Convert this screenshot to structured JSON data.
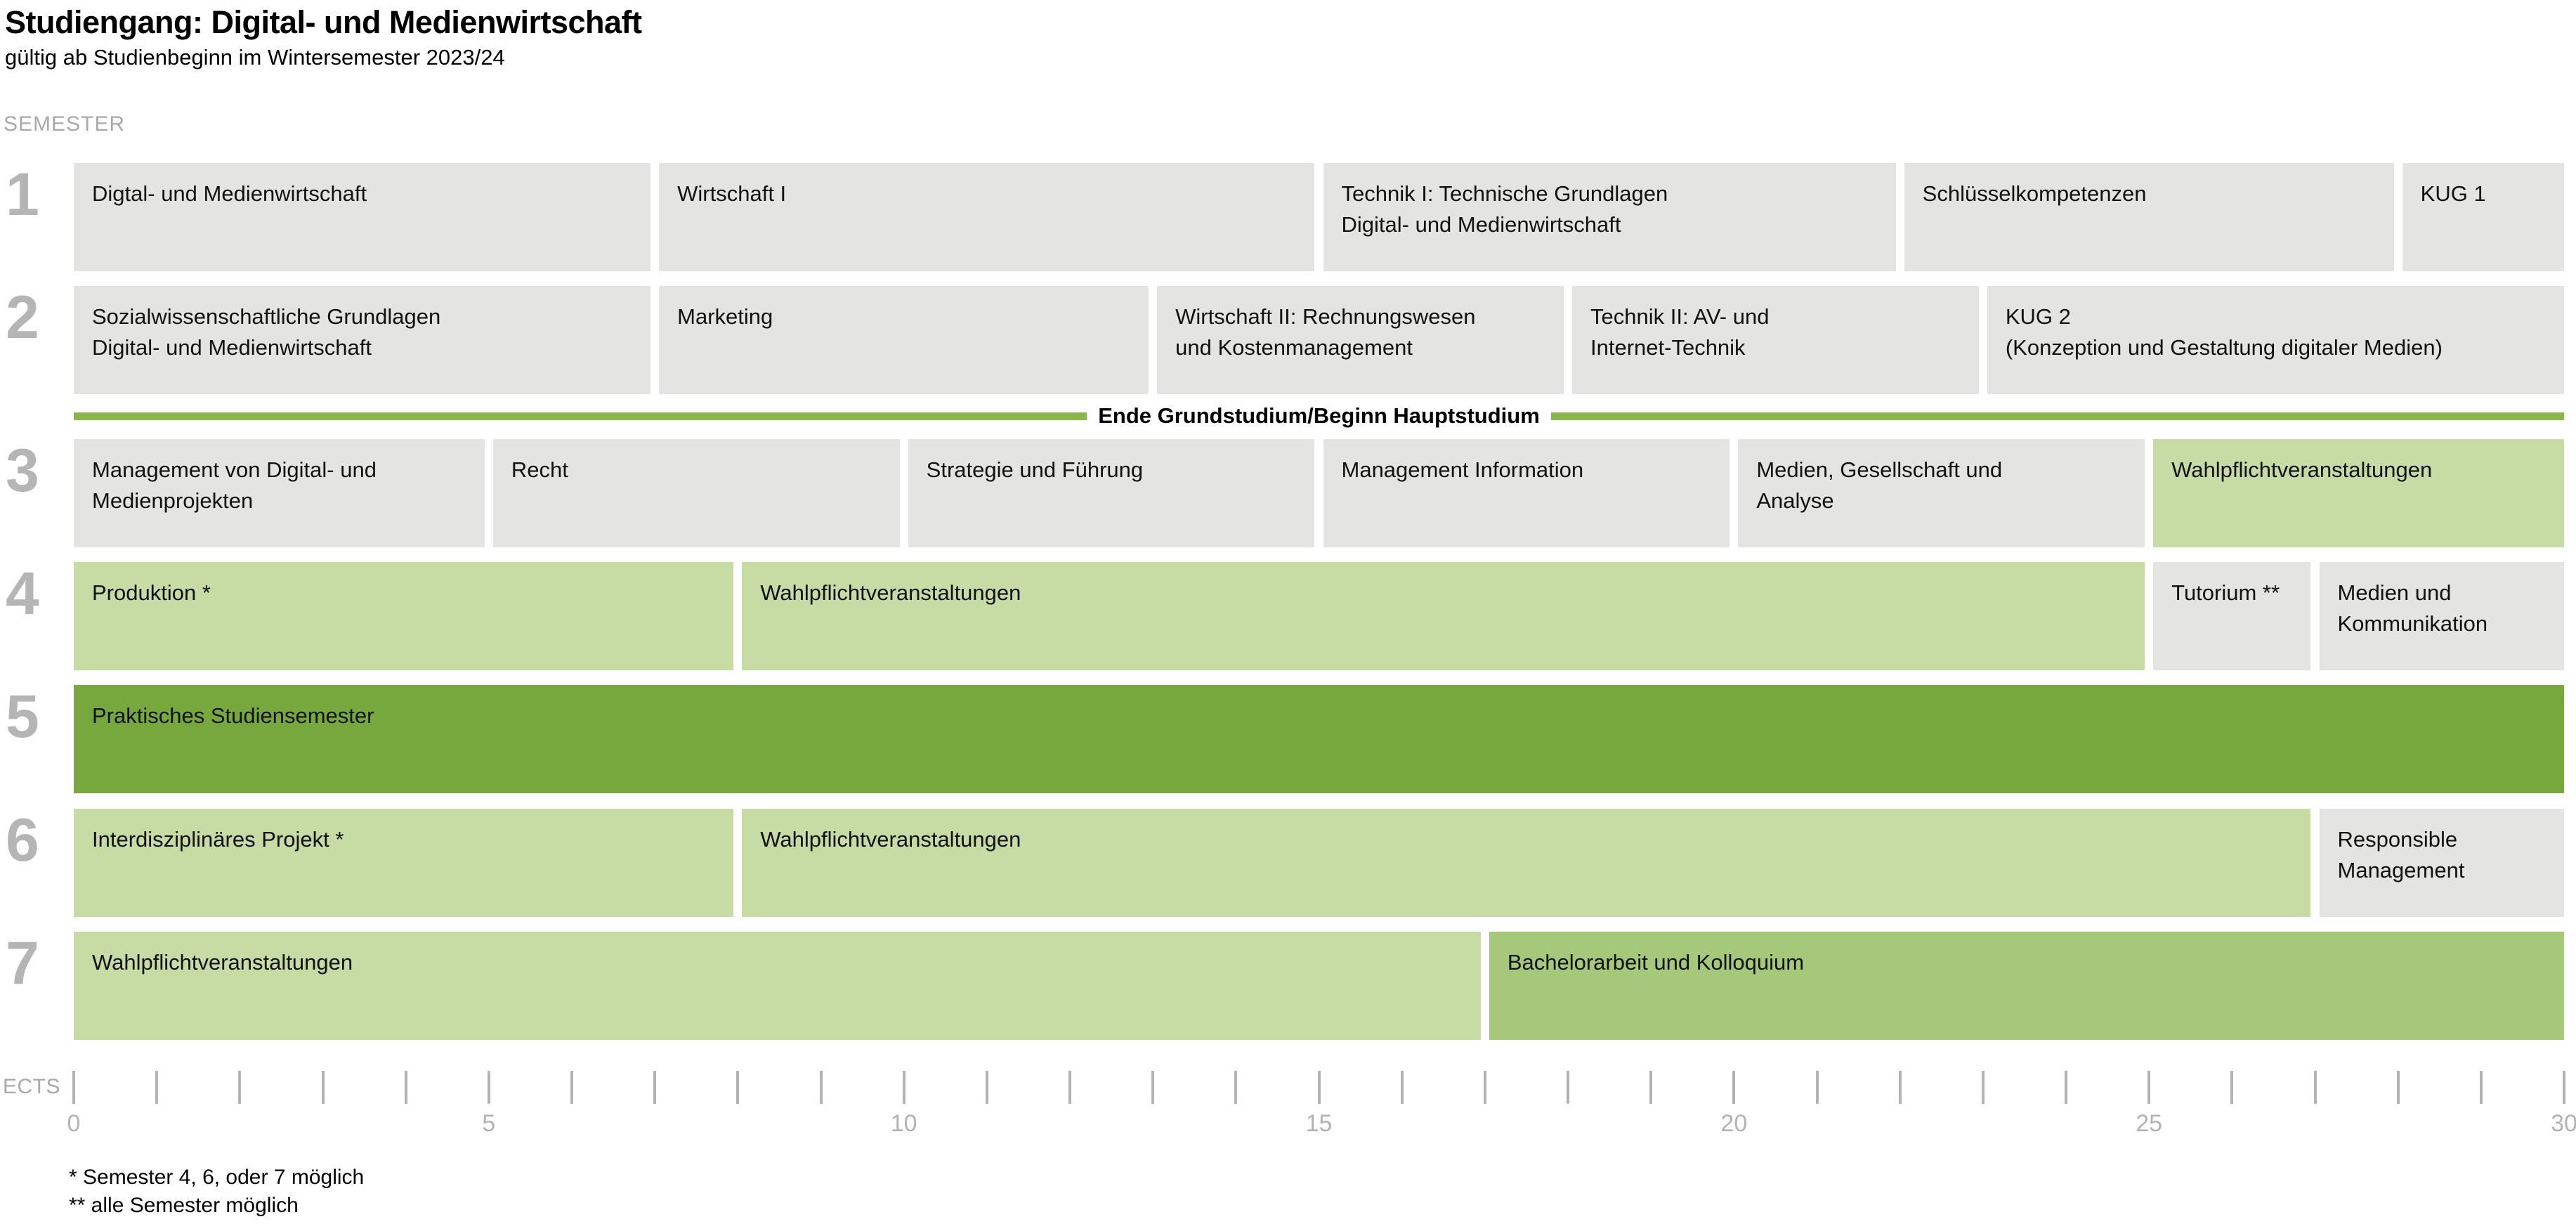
{
  "page": {
    "title": "Studiengang: Digital- und Medienwirtschaft",
    "subtitle": "gültig ab Studienbeginn im Wintersemester 2023/24",
    "semester_axis_label": "SEMESTER",
    "ects_axis_label": "ECTS",
    "divider_label": "Ende Grundstudium/Beginn Hauptstudium",
    "footnotes": [
      "* Semester 4, 6, oder 7 möglich",
      "** alle Semester möglich"
    ]
  },
  "colors": {
    "module_gray": "#e4e4e2",
    "module_light_green": "#c7dba5",
    "module_medium_green": "#a5c87b",
    "module_dark_green": "#76a83e",
    "divider_line_green": "#8ab54a",
    "semester_number_gray": "#b5b5b5",
    "axis_gray": "#b3b3b3"
  },
  "chart_data": {
    "type": "bar",
    "subtype": "horizontal-stacked-curriculum-plan",
    "title": "Studiengang: Digital- und Medienwirtschaft",
    "xlabel": "ECTS",
    "ylabel": "SEMESTER",
    "xlim": [
      0,
      30
    ],
    "x_major_ticks": [
      0,
      5,
      10,
      15,
      20,
      25,
      30
    ],
    "x_minor_tick_step": 1,
    "divider": {
      "label": "Ende Grundstudium/Beginn Hauptstudium",
      "position": "between semester 2 and semester 3"
    },
    "rows": [
      {
        "semester": "1",
        "modules": [
          {
            "label": "Digtal- und Medienwirtschaft",
            "ects": 7,
            "color": "gray"
          },
          {
            "label": "Wirtschaft I",
            "ects": 8,
            "color": "gray"
          },
          {
            "label": "Technik I: Technische Grundlagen\nDigital- und Medienwirtschaft",
            "ects": 7,
            "color": "gray"
          },
          {
            "label": "Schlüsselkompetenzen",
            "ects": 6,
            "color": "gray"
          },
          {
            "label": "KUG 1",
            "ects": 2,
            "color": "gray"
          }
        ]
      },
      {
        "semester": "2",
        "modules": [
          {
            "label": "Sozialwissenschaftliche Grundlagen\nDigital- und Medienwirtschaft",
            "ects": 7,
            "color": "gray"
          },
          {
            "label": "Marketing",
            "ects": 6,
            "color": "gray"
          },
          {
            "label": "Wirtschaft II: Rechnungswesen\nund Kostenmanagement",
            "ects": 5,
            "color": "gray"
          },
          {
            "label": "Technik II: AV- und\nInternet-Technik",
            "ects": 5,
            "color": "gray"
          },
          {
            "label": "KUG 2\n(Konzeption und Gestaltung digitaler Medien)",
            "ects": 7,
            "color": "gray"
          }
        ]
      },
      {
        "semester": "3",
        "modules": [
          {
            "label": "Management von Digital- und\nMedienprojekten",
            "ects": 5,
            "color": "gray"
          },
          {
            "label": "Recht",
            "ects": 5,
            "color": "gray"
          },
          {
            "label": "Strategie und Führung",
            "ects": 5,
            "color": "gray"
          },
          {
            "label": "Management Information",
            "ects": 5,
            "color": "gray"
          },
          {
            "label": "Medien, Gesellschaft und\nAnalyse",
            "ects": 5,
            "color": "gray"
          },
          {
            "label": "Wahlpflichtveranstaltungen",
            "ects": 5,
            "color": "light_green"
          }
        ]
      },
      {
        "semester": "4",
        "modules": [
          {
            "label": "Produktion *",
            "ects": 8,
            "color": "light_green"
          },
          {
            "label": "Wahlpflichtveranstaltungen",
            "ects": 17,
            "color": "light_green"
          },
          {
            "label": "Tutorium **",
            "ects": 2,
            "color": "gray"
          },
          {
            "label": "Medien und\nKommunikation",
            "ects": 3,
            "color": "gray"
          }
        ]
      },
      {
        "semester": "5",
        "modules": [
          {
            "label": "Praktisches Studiensemester",
            "ects": 30,
            "color": "dark_green"
          }
        ]
      },
      {
        "semester": "6",
        "modules": [
          {
            "label": "Interdisziplinäres Projekt *",
            "ects": 8,
            "color": "light_green"
          },
          {
            "label": "Wahlpflichtveranstaltungen",
            "ects": 19,
            "color": "light_green"
          },
          {
            "label": "Responsible\nManagement",
            "ects": 3,
            "color": "gray"
          }
        ]
      },
      {
        "semester": "7",
        "modules": [
          {
            "label": "Wahlpflichtveranstaltungen",
            "ects": 17,
            "color": "light_green"
          },
          {
            "label": "Bachelorarbeit und Kolloquium",
            "ects": 13,
            "color": "medium_green"
          }
        ]
      }
    ]
  }
}
